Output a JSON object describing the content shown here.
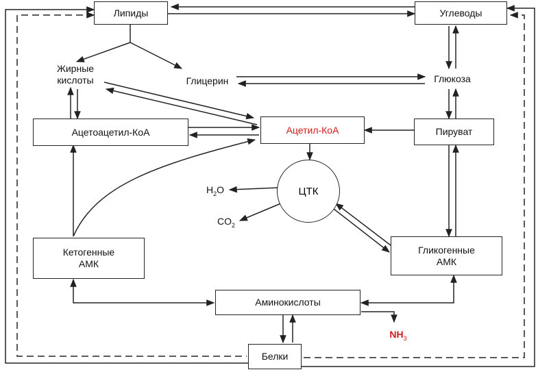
{
  "nodes": {
    "lipids": "Липиды",
    "carbs": "Углеводы",
    "fatty_acids": "Жирные\nкислоты",
    "glycerol": "Глицерин",
    "glucose": "Глюкоза",
    "acetoacetyl": "Ацетоацетил-КоА",
    "acetyl": "Ацетил-КоА",
    "pyruvate": "Пируват",
    "tca": "ЦТК",
    "h2o_main": "H",
    "h2o_sub": "2",
    "h2o_tail": "O",
    "co2_main": "CO",
    "co2_sub": "2",
    "ketogenic": "Кетогенные\nАМК",
    "glucogenic": "Гликогенные\nАМК",
    "amino_acids": "Аминокислоты",
    "nh3_main": "NH",
    "nh3_sub": "3",
    "proteins": "Белки"
  },
  "colors": {
    "highlight": "#d11a1a",
    "line": "#222222"
  }
}
